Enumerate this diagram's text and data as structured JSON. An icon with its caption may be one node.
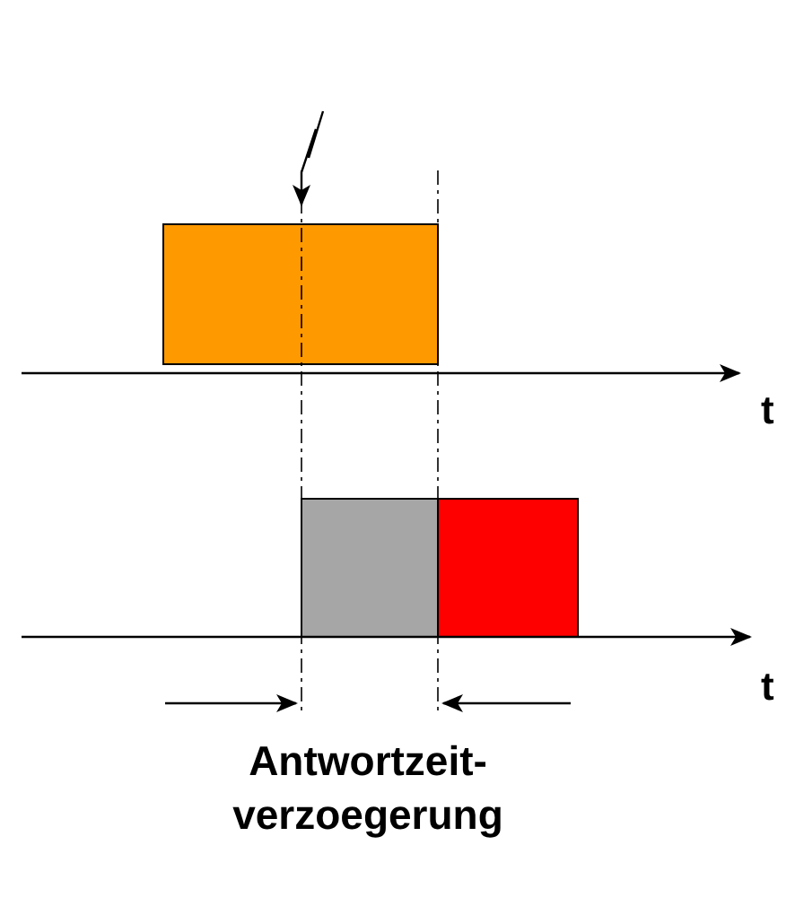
{
  "diagram": {
    "nodes": [
      {
        "text": [],
        "shape": "bar"
      },
      {
        "text": [],
        "shape": "bar"
      },
      {
        "text": [],
        "shape": "bar"
      }
    ],
    "labels": [
      "t",
      "t",
      "Antwortzeit- verzoegerung"
    ]
  }
}
